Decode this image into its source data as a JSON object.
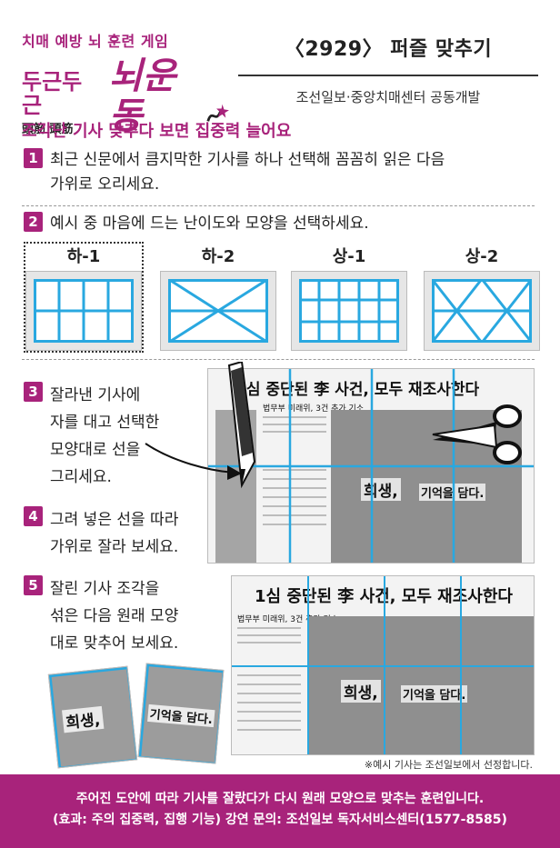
{
  "brand": {
    "subtitle": "치매 예방 뇌 훈련 게임",
    "dugeun": "두근두근",
    "noe": "뇌운동",
    "hanja": "頭筋 頭筋"
  },
  "header": {
    "puzzle_title": "〈2929〉 퍼즐 맞추기",
    "credit": "조선일보·중앙치매센터 공동개발"
  },
  "headline": "조각난 기사 맞추다 보면 집중력 늘어요",
  "steps": [
    {
      "num": "1",
      "lines": [
        "최근 신문에서 큼지막한 기사를 하나 선택해 꼼꼼히 읽은 다음",
        "가위로 오리세요."
      ]
    },
    {
      "num": "2",
      "lines": [
        "예시 중 마음에 드는 난이도와 모양을 선택하세요."
      ]
    },
    {
      "num": "3",
      "lines": [
        "잘라낸 기사에",
        "자를 대고 선택한",
        "모양대로 선을",
        "그리세요."
      ]
    },
    {
      "num": "4",
      "lines": [
        "그려 넣은 선을 따라",
        "가위로 잘라 보세요."
      ]
    },
    {
      "num": "5",
      "lines": [
        "잘린 기사 조각을",
        "섞은 다음 원래 모양",
        "대로 맞추어 보세요."
      ]
    }
  ],
  "patterns": [
    {
      "label": "하-1",
      "selected": true
    },
    {
      "label": "하-2",
      "selected": false
    },
    {
      "label": "상-1",
      "selected": false
    },
    {
      "label": "상-2",
      "selected": false
    }
  ],
  "article": {
    "headline_partial": "1심 중단된 李 사건, 모두 재조사한다",
    "headline_full": "1심 중단된 李 사건, 모두 재조사한다",
    "caption_a": "희생,",
    "caption_b": "기억을 담다.",
    "byline": "법무부 미래위, 3건 추가 기소"
  },
  "footnote": "※예시 기사는 조선일보에서 선정합니다.",
  "footer": {
    "line1": "주어진 도안에 따라 기사를 잘랐다가 다시 원래 모양으로 맞추는 훈련입니다.",
    "line2": "(효과: 주의 집중력, 집행 기능) 강연 문의: 조선일보 독자서비스센터(1577-8585)"
  },
  "colors": {
    "brand": "#a8237b",
    "guide_line": "#29a8e0",
    "pattern_bg": "#e6e6e6"
  }
}
